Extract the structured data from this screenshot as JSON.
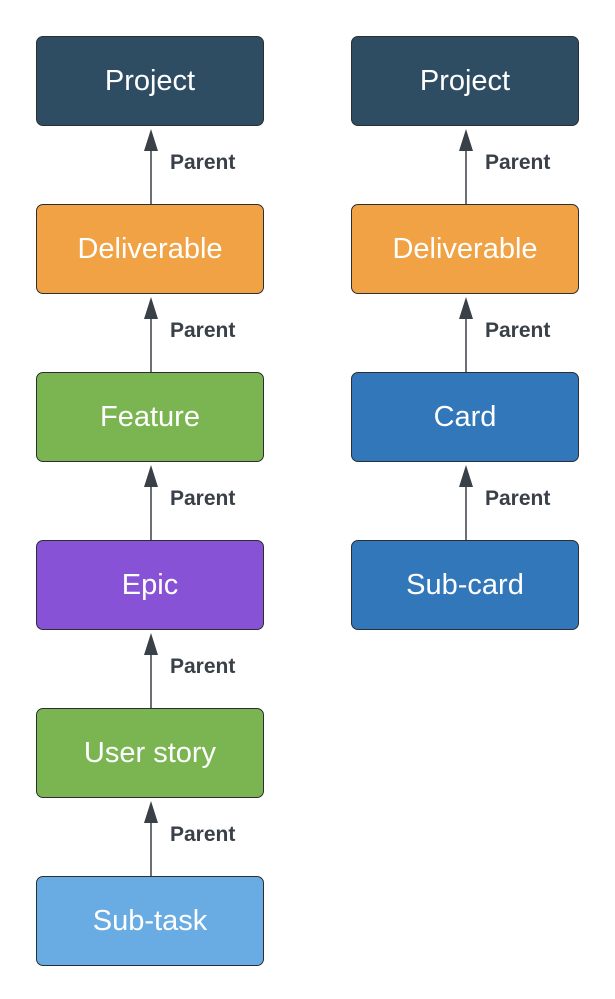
{
  "colors": {
    "project": "#2e4d63",
    "deliverable": "#f0a244",
    "feature": "#7ab552",
    "epic": "#8852d6",
    "user_story": "#7ab552",
    "sub_task": "#69ace3",
    "card": "#3277ba",
    "sub_card": "#3277ba",
    "edge": "#3a4047"
  },
  "left_chain": {
    "nodes": [
      {
        "label": "Project",
        "color_key": "project"
      },
      {
        "label": "Deliverable",
        "color_key": "deliverable"
      },
      {
        "label": "Feature",
        "color_key": "feature"
      },
      {
        "label": "Epic",
        "color_key": "epic"
      },
      {
        "label": "User story",
        "color_key": "user_story"
      },
      {
        "label": "Sub-task",
        "color_key": "sub_task"
      }
    ],
    "edge_labels": [
      "Parent",
      "Parent",
      "Parent",
      "Parent",
      "Parent"
    ]
  },
  "right_chain": {
    "nodes": [
      {
        "label": "Project",
        "color_key": "project"
      },
      {
        "label": "Deliverable",
        "color_key": "deliverable"
      },
      {
        "label": "Card",
        "color_key": "card"
      },
      {
        "label": "Sub-card",
        "color_key": "sub_card"
      }
    ],
    "edge_labels": [
      "Parent",
      "Parent",
      "Parent"
    ]
  }
}
